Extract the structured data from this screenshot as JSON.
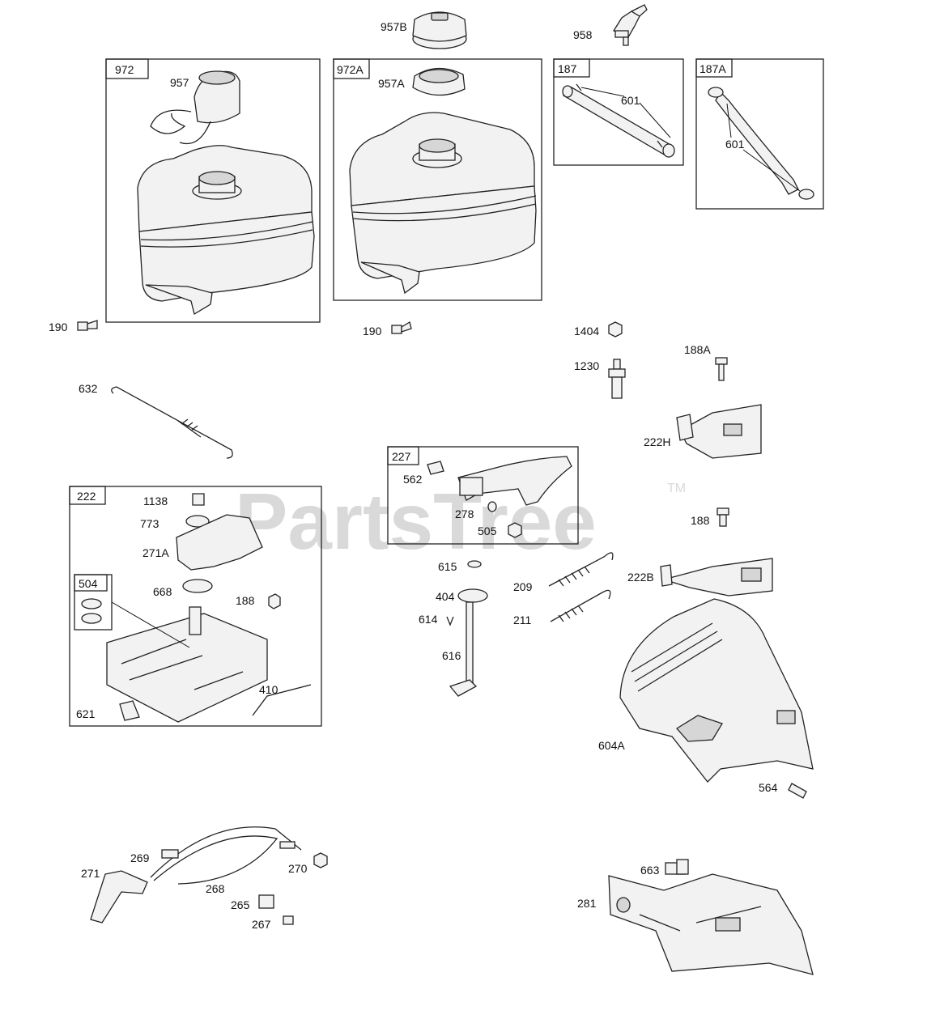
{
  "watermark": {
    "text": "PartsTree",
    "tm": "TM"
  },
  "groups": [
    {
      "id": "972",
      "label": "972"
    },
    {
      "id": "972A",
      "label": "972A"
    },
    {
      "id": "187",
      "label": "187"
    },
    {
      "id": "187A",
      "label": "187A"
    },
    {
      "id": "222",
      "label": "222"
    },
    {
      "id": "504",
      "label": "504"
    },
    {
      "id": "227",
      "label": "227"
    }
  ],
  "parts": [
    {
      "id": "957B",
      "label": "957B"
    },
    {
      "id": "958",
      "label": "958"
    },
    {
      "id": "957",
      "label": "957"
    },
    {
      "id": "957A",
      "label": "957A"
    },
    {
      "id": "601a",
      "label": "601"
    },
    {
      "id": "601b",
      "label": "601"
    },
    {
      "id": "190a",
      "label": "190"
    },
    {
      "id": "190b",
      "label": "190"
    },
    {
      "id": "1404",
      "label": "1404"
    },
    {
      "id": "1230",
      "label": "1230"
    },
    {
      "id": "188A",
      "label": "188A"
    },
    {
      "id": "632",
      "label": "632"
    },
    {
      "id": "222H",
      "label": "222H"
    },
    {
      "id": "562",
      "label": "562"
    },
    {
      "id": "278",
      "label": "278"
    },
    {
      "id": "505",
      "label": "505"
    },
    {
      "id": "1138",
      "label": "1138"
    },
    {
      "id": "773",
      "label": "773"
    },
    {
      "id": "271A",
      "label": "271A"
    },
    {
      "id": "668",
      "label": "668"
    },
    {
      "id": "188a",
      "label": "188"
    },
    {
      "id": "188b",
      "label": "188"
    },
    {
      "id": "621",
      "label": "621"
    },
    {
      "id": "410",
      "label": "410"
    },
    {
      "id": "615",
      "label": "615"
    },
    {
      "id": "404",
      "label": "404"
    },
    {
      "id": "614",
      "label": "614"
    },
    {
      "id": "616",
      "label": "616"
    },
    {
      "id": "209",
      "label": "209"
    },
    {
      "id": "211",
      "label": "211"
    },
    {
      "id": "222B",
      "label": "222B"
    },
    {
      "id": "604A",
      "label": "604A"
    },
    {
      "id": "564",
      "label": "564"
    },
    {
      "id": "269",
      "label": "269"
    },
    {
      "id": "271",
      "label": "271"
    },
    {
      "id": "268",
      "label": "268"
    },
    {
      "id": "270",
      "label": "270"
    },
    {
      "id": "265",
      "label": "265"
    },
    {
      "id": "267",
      "label": "267"
    },
    {
      "id": "663",
      "label": "663"
    },
    {
      "id": "281",
      "label": "281"
    }
  ]
}
